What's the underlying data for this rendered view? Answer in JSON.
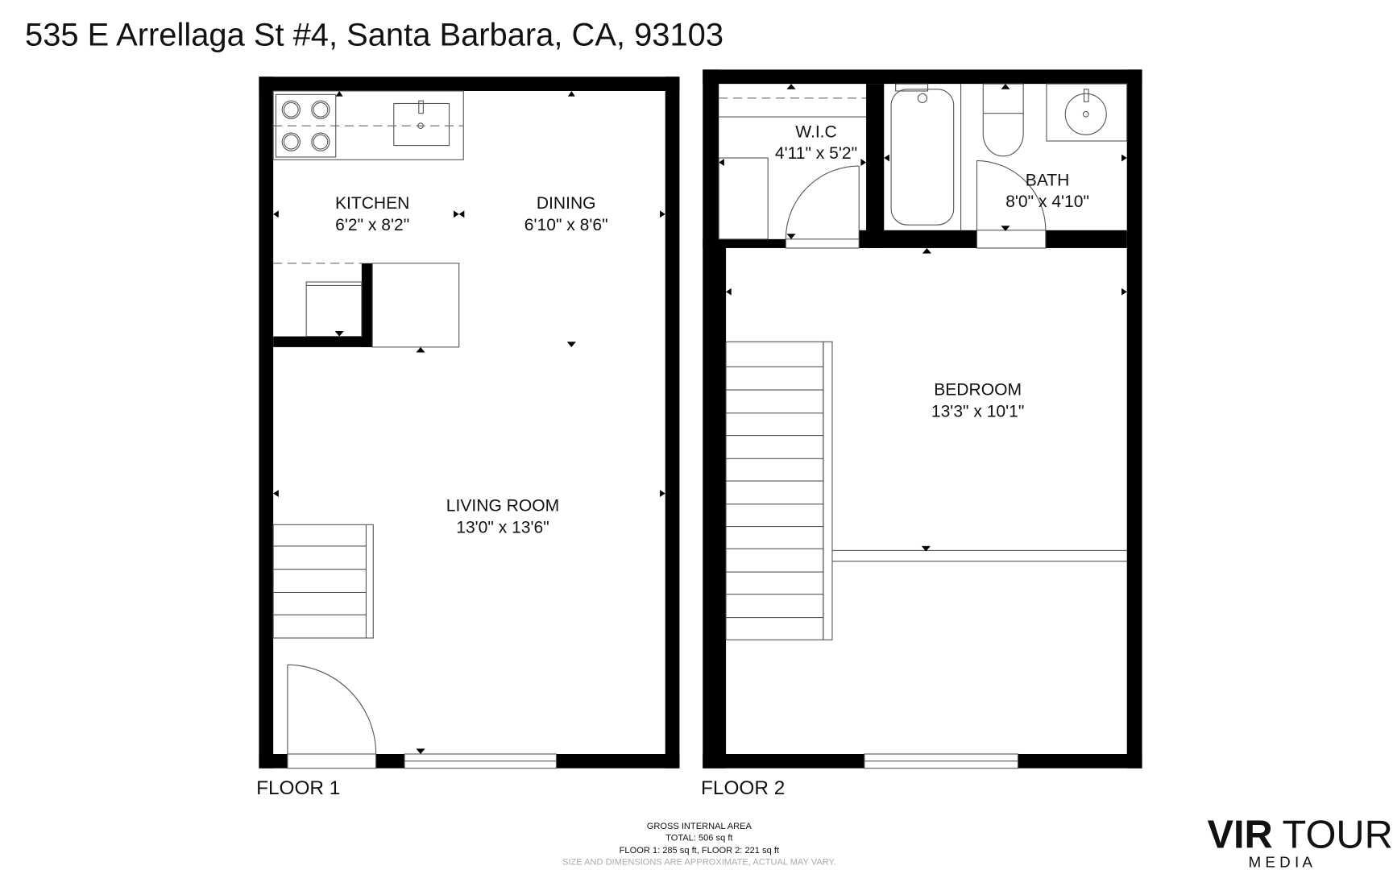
{
  "title": "535 E Arrellaga St #4, Santa Barbara, CA, 93103",
  "floors": [
    {
      "label": "FLOOR 1",
      "rooms": [
        {
          "name": "KITCHEN",
          "dims": "6'2\" x 8'2\""
        },
        {
          "name": "DINING",
          "dims": "6'10\" x 8'6\""
        },
        {
          "name": "LIVING ROOM",
          "dims": "13'0\" x 13'6\""
        }
      ]
    },
    {
      "label": "FLOOR 2",
      "rooms": [
        {
          "name": "W.I.C",
          "dims": "4'11\" x 5'2\""
        },
        {
          "name": "BATH",
          "dims": "8'0\" x 4'10\""
        },
        {
          "name": "BEDROOM",
          "dims": "13'3\" x 10'1\""
        }
      ]
    }
  ],
  "area": {
    "heading": "GROSS INTERNAL AREA",
    "total": "TOTAL: 506 sq ft",
    "floors": "FLOOR 1: 285 sq ft, FLOOR 2: 221 sq ft",
    "disclaimer": "SIZE AND DIMENSIONS ARE APPROXIMATE, ACTUAL MAY VARY."
  },
  "logo": {
    "bold": "VIR",
    "light": "TOUR",
    "sub": "M E D I A"
  }
}
